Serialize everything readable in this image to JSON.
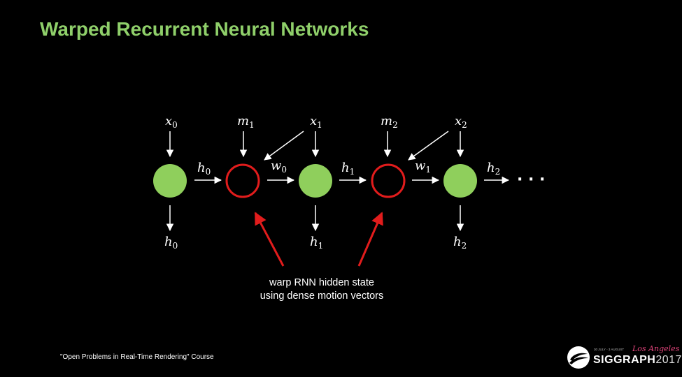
{
  "title": "Warped Recurrent Neural Networks",
  "annotation_lines": [
    "warp RNN hidden state",
    "using dense motion vectors"
  ],
  "footer": "\"Open Problems in Real-Time Rendering\" Course",
  "logo": {
    "small_text": "30 JULY - 3 AUGUST",
    "city": "Los Angeles",
    "wordmark": "SIGGRAPH",
    "year": "2017"
  },
  "diagram": {
    "inputs": [
      {
        "base": "x",
        "sub": "0"
      },
      {
        "base": "m",
        "sub": "1"
      },
      {
        "base": "x",
        "sub": "1"
      },
      {
        "base": "m",
        "sub": "2"
      },
      {
        "base": "x",
        "sub": "2"
      }
    ],
    "state_labels": [
      {
        "base": "h",
        "sub": "0"
      },
      {
        "base": "w",
        "sub": "0"
      },
      {
        "base": "h",
        "sub": "1"
      },
      {
        "base": "w",
        "sub": "1"
      },
      {
        "base": "h",
        "sub": "2"
      }
    ],
    "outputs": [
      {
        "base": "h",
        "sub": "0"
      },
      {
        "base": "h",
        "sub": "1"
      },
      {
        "base": "h",
        "sub": "2"
      }
    ],
    "ellipsis": "· · ·",
    "colors": {
      "rnn_cell": "#8fcf5c",
      "warp_cell": "#e11c1c",
      "title": "#8fcf6a",
      "line": "#ffffff"
    }
  }
}
